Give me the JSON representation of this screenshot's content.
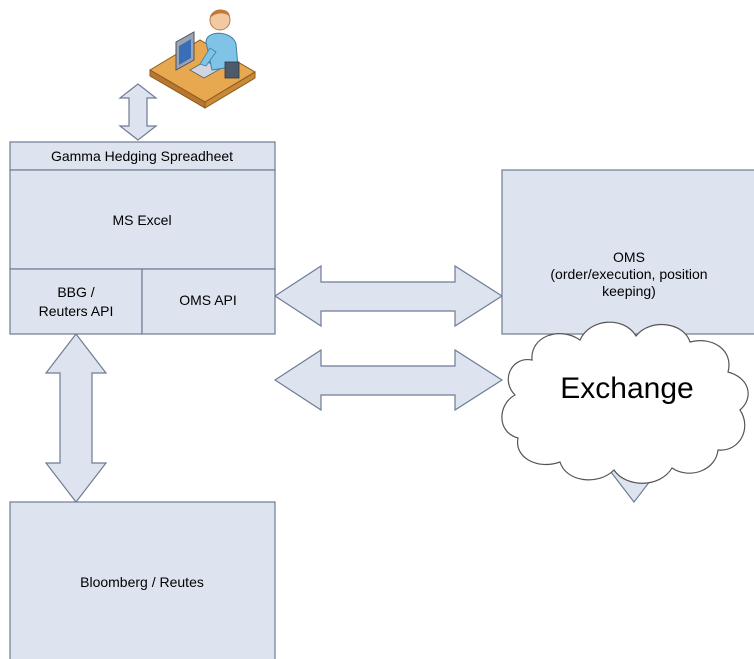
{
  "colors": {
    "box_fill": "#dde3ef",
    "box_stroke": "#6f7c93",
    "arrow_fill": "#dde3ef",
    "arrow_stroke": "#6f7c93",
    "cloud_fill": "#ffffff",
    "cloud_stroke": "#555555"
  },
  "user": {
    "icon": "user-at-computer-icon"
  },
  "spreadsheet": {
    "title": "Gamma Hedging Spreadheet",
    "excel_label": "MS Excel",
    "bbg_api_line1": "BBG /",
    "bbg_api_line2": "Reuters API",
    "oms_api_label": "OMS API"
  },
  "oms": {
    "line1": "OMS",
    "line2": "(order/execution, position",
    "line3": "keeping)"
  },
  "bloomberg": {
    "label": "Bloomberg / Reutes"
  },
  "exchange": {
    "label": "Exchange"
  }
}
